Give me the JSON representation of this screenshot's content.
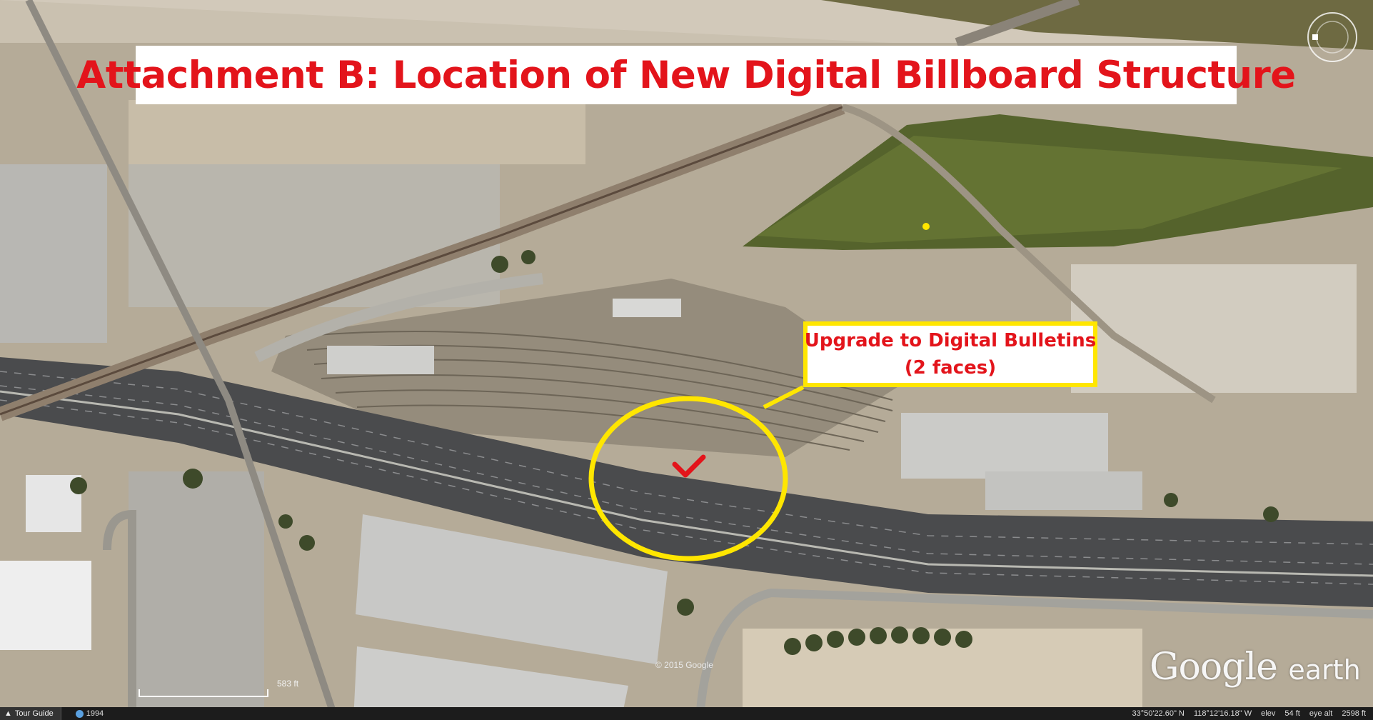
{
  "title": "Attachment B: Location of New Digital Billboard Structure",
  "callout": {
    "line1": "Upgrade to Digital Bulletins",
    "line2": "(2 faces)"
  },
  "copyright": "© 2015 Google",
  "scale_label": "583 ft",
  "brand": {
    "word1": "Google",
    "word2": "earth"
  },
  "status_bar": {
    "tour_guide": "Tour Guide",
    "year": "1994",
    "latitude": "33°50'22.60\" N",
    "longitude": "118°12'16.18\" W",
    "elev_label": "elev",
    "elev_value": "54 ft",
    "eye_alt_label": "eye alt",
    "eye_alt_value": "2598 ft"
  },
  "colors": {
    "title_red": "#e3141b",
    "highlight_yellow": "#ffe600",
    "marker_red": "#e3141b"
  },
  "icons": [
    "compass-icon",
    "tour-guide-icon",
    "globe-icon",
    "checkmark-marker-icon"
  ]
}
